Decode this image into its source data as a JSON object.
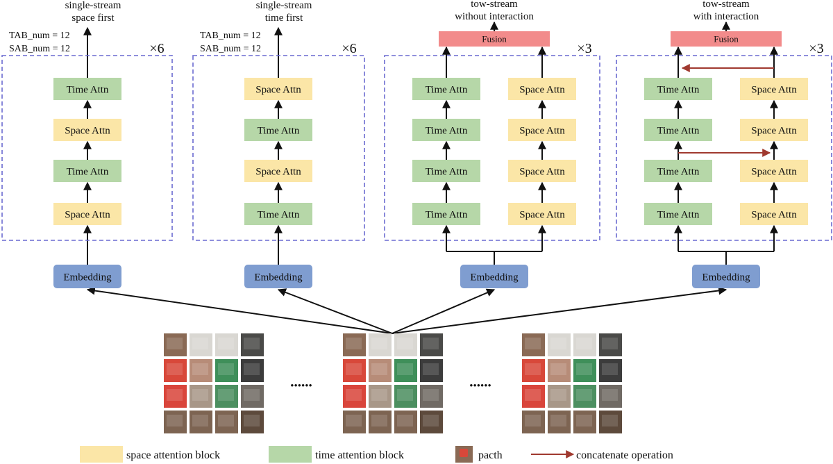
{
  "panels": [
    {
      "id": "p1",
      "title_lines": [
        "single-stream",
        "space first"
      ],
      "params": [
        "TAB_num = 12",
        "SAB_num = 12"
      ],
      "repeat": "×6",
      "embedding": "Embedding",
      "stack": [
        [
          "Time Attn"
        ],
        [
          "Space Attn"
        ],
        [
          "Time Attn"
        ],
        [
          "Space Attn"
        ]
      ]
    },
    {
      "id": "p2",
      "title_lines": [
        "single-stream",
        "time first"
      ],
      "params": [
        "TAB_num = 12",
        "SAB_num = 12"
      ],
      "repeat": "×6",
      "embedding": "Embedding",
      "stack": [
        [
          "Space Attn"
        ],
        [
          "Time Attn"
        ],
        [
          "Space Attn"
        ],
        [
          "Time Attn"
        ]
      ]
    },
    {
      "id": "p3",
      "title_lines": [
        "tow-stream",
        "without interaction"
      ],
      "params": [],
      "repeat": "×3",
      "embedding": "Embedding",
      "fusion": "Fusion",
      "stack": [
        [
          "Time Attn",
          "Space Attn"
        ],
        [
          "Time Attn",
          "Space Attn"
        ],
        [
          "Time Attn",
          "Space Attn"
        ],
        [
          "Time Attn",
          "Space Attn"
        ]
      ]
    },
    {
      "id": "p4",
      "title_lines": [
        "tow-stream",
        "with interaction"
      ],
      "params": [],
      "repeat": "×3",
      "embedding": "Embedding",
      "fusion": "Fusion",
      "stack": [
        [
          "Time Attn",
          "Space Attn"
        ],
        [
          "Time Attn",
          "Space Attn"
        ],
        [
          "Time Attn",
          "Space Attn"
        ],
        [
          "Time Attn",
          "Space Attn"
        ]
      ]
    }
  ],
  "ellipsis": "••••••",
  "legend": {
    "space": "space attention block",
    "time": "time attention block",
    "patch": "pacth",
    "concat": "concatenate operation"
  },
  "colors": {
    "space_block": "#fbe6a7",
    "time_block": "#b6d7a8",
    "embedding": "#7f9dd0",
    "fusion": "#f28b8b",
    "concat_arrow": "#a0392f",
    "dashed_frame": "#6a6ad0"
  }
}
